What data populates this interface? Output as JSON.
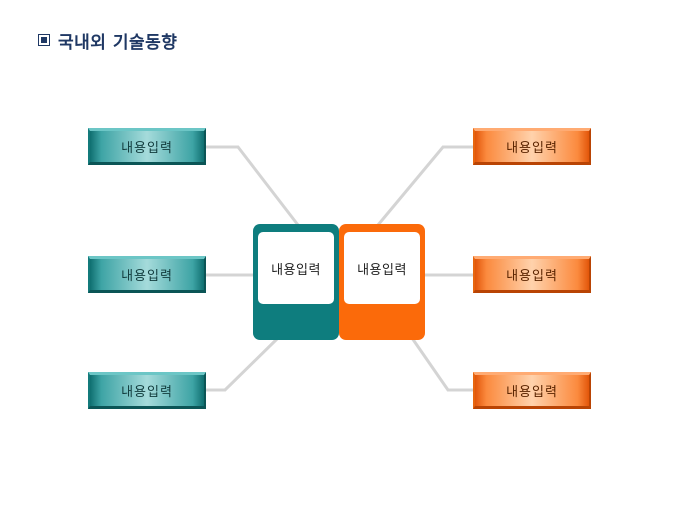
{
  "header": {
    "title": "국내외 기술동향"
  },
  "diagram": {
    "center": [
      {
        "label": "내용입력",
        "color": "#0e7d7e"
      },
      {
        "label": "내용입력",
        "color": "#fb6a0a"
      }
    ],
    "left_items": [
      "내용입력",
      "내용입력",
      "내용입력"
    ],
    "right_items": [
      "내용입력",
      "내용입력",
      "내용입력"
    ],
    "colors": {
      "teal": "#0e7d7e",
      "orange": "#fb6a0a",
      "connector": "#d4d4d4",
      "title": "#1f3864"
    }
  }
}
